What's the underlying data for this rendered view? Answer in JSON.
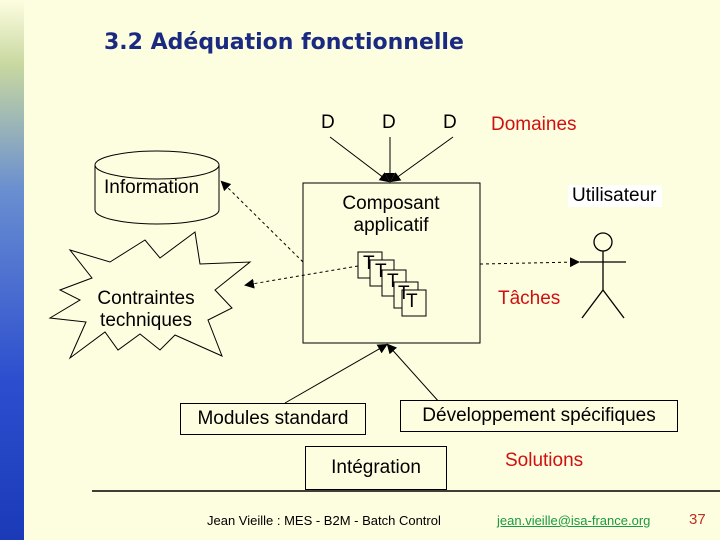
{
  "title": "3.2 Adéquation fonctionnelle",
  "domain_labels": [
    "D",
    "D",
    "D"
  ],
  "domaines": "Domaines",
  "information": "Information",
  "composant": "Composant applicatif",
  "utilisateur": "Utilisateur",
  "contraintes": "Contraintes techniques",
  "t_glyphs": [
    "T",
    "T",
    "T",
    "T",
    "T"
  ],
  "taches": "Tâches",
  "modules": "Modules standard",
  "developpement": "Développement spécifiques",
  "integration": "Intégration",
  "solutions": "Solutions",
  "footer": {
    "text": "Jean Vieille : MES - B2M - Batch Control",
    "email": "jean.vieille@isa-france.org",
    "page": "37"
  },
  "colors": {
    "title": "#1a2a80",
    "accent_red": "#d01010",
    "link": "#1a9a40"
  }
}
